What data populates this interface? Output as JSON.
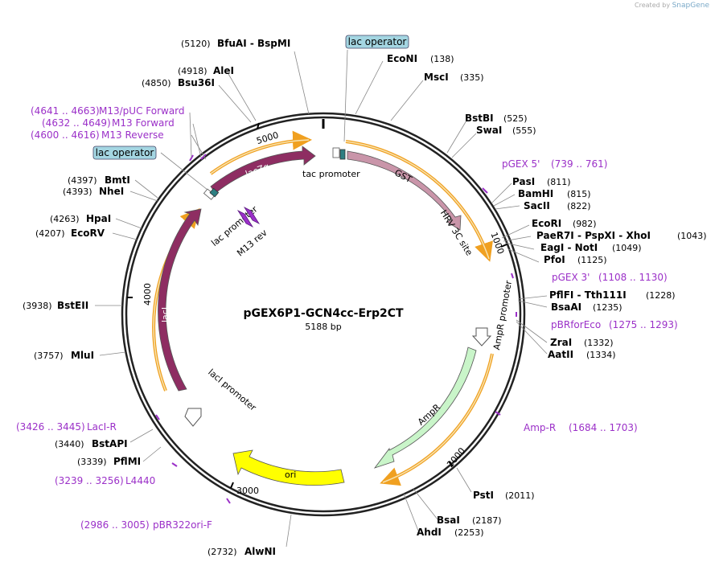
{
  "header": {
    "created_by": "Created by",
    "brand": "SnapGene"
  },
  "map": {
    "name": "pGEX6P1-GCN4cc-Erp2CT",
    "length_label": "5188 bp",
    "ticks": [
      "1000",
      "2000",
      "3000",
      "4000",
      "5000"
    ]
  },
  "enzymes": [
    {
      "name": "BfuAI  -  BspMI",
      "pos": "(5120)"
    },
    {
      "name": "EcoNI",
      "pos": "(138)"
    },
    {
      "name": "MscI",
      "pos": "(335)"
    },
    {
      "name": "AleI",
      "pos": "(4918)"
    },
    {
      "name": "Bsu36I",
      "pos": "(4850)"
    },
    {
      "name": "BstBI",
      "pos": "(525)"
    },
    {
      "name": "SwaI",
      "pos": "(555)"
    },
    {
      "name": "PasI",
      "pos": "(811)"
    },
    {
      "name": "BamHI",
      "pos": "(815)"
    },
    {
      "name": "SacII",
      "pos": "(822)"
    },
    {
      "name": "BmtI",
      "pos": "(4397)"
    },
    {
      "name": "NheI",
      "pos": "(4393)"
    },
    {
      "name": "EcoRI",
      "pos": "(982)"
    },
    {
      "name": "PaeR7I  -  PspXI  -  XhoI",
      "pos": "(1043)"
    },
    {
      "name": "EagI  -  NotI",
      "pos": "(1049)"
    },
    {
      "name": "PfoI",
      "pos": "(1125)"
    },
    {
      "name": "HpaI",
      "pos": "(4263)"
    },
    {
      "name": "EcoRV",
      "pos": "(4207)"
    },
    {
      "name": "PflFI  -  Tth111I",
      "pos": "(1228)"
    },
    {
      "name": "BsaAI",
      "pos": "(1235)"
    },
    {
      "name": "BstEII",
      "pos": "(3938)"
    },
    {
      "name": "ZraI",
      "pos": "(1332)"
    },
    {
      "name": "AatII",
      "pos": "(1334)"
    },
    {
      "name": "MluI",
      "pos": "(3757)"
    },
    {
      "name": "BstAPI",
      "pos": "(3440)"
    },
    {
      "name": "PflMI",
      "pos": "(3339)"
    },
    {
      "name": "PstI",
      "pos": "(2011)"
    },
    {
      "name": "BsaI",
      "pos": "(2187)"
    },
    {
      "name": "AhdI",
      "pos": "(2253)"
    },
    {
      "name": "AlwNI",
      "pos": "(2732)"
    }
  ],
  "primers": [
    {
      "name": "M13/pUC Forward",
      "range": "(4641 .. 4663)"
    },
    {
      "name": "M13 Forward",
      "range": "(4632 .. 4649)"
    },
    {
      "name": "M13 Reverse",
      "range": "(4600 .. 4616)"
    },
    {
      "name": "pGEX 5'",
      "range": "(739 .. 761)"
    },
    {
      "name": "pGEX 3'",
      "range": "(1108 .. 1130)"
    },
    {
      "name": "pBRforEco",
      "range": "(1275 .. 1293)"
    },
    {
      "name": "LacI-R",
      "range": "(3426 .. 3445)"
    },
    {
      "name": "Amp-R",
      "range": "(1684 .. 1703)"
    },
    {
      "name": "L4440",
      "range": "(3239 .. 3256)"
    },
    {
      "name": "pBR322ori-F",
      "range": "(2986 .. 3005)"
    }
  ],
  "features": {
    "lac_operator_top": "lac operator",
    "lac_operator_left": "lac operator",
    "tac_promoter": "tac promoter",
    "gst": "GST",
    "hrv": "HRV 3C site",
    "lacz": "lacZα",
    "lac_promoter": "lac promoter",
    "m13_rev": "M13 rev",
    "laci": "lacI",
    "laci_promoter": "lacI promoter",
    "ampr_promoter": "AmpR promoter",
    "ampr": "AmpR",
    "ori": "ori"
  },
  "colors": {
    "primer": "#9b30c8",
    "gst": "#c995a9",
    "lacz": "#8e2d62",
    "ampr": "#c9f5c9",
    "ori": "#ffff00",
    "operator": "#a4d6e2",
    "orf_arc": "#f0a020"
  }
}
